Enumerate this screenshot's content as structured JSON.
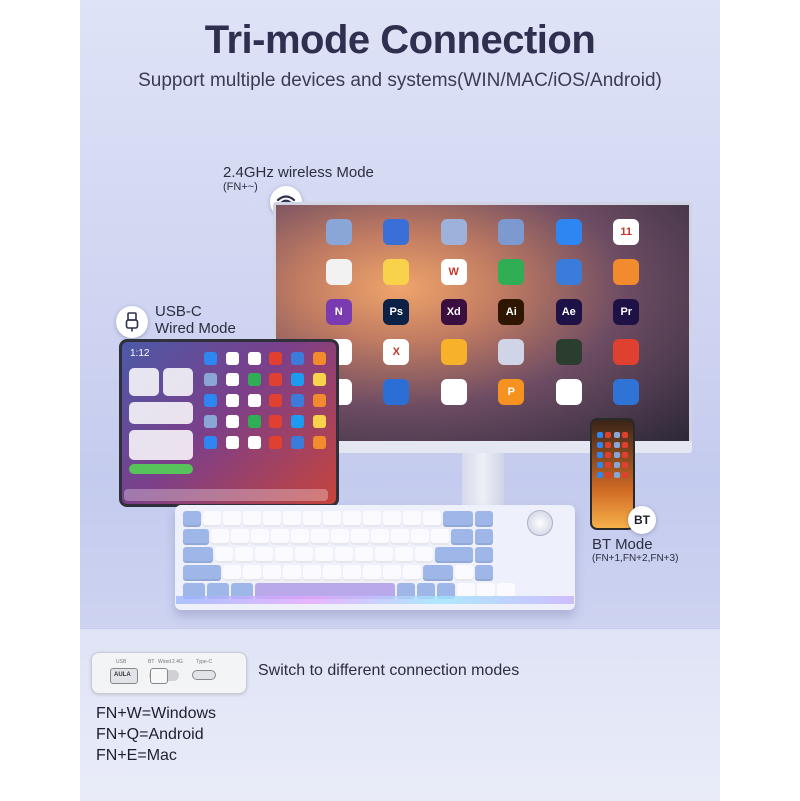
{
  "header": {
    "title": "Tri-mode Connection",
    "subtitle": "Support multiple devices and systems(WIN/MAC/iOS/Android)"
  },
  "modes": {
    "wireless": {
      "label": "2.4GHz wireless Mode",
      "shortcut": "(FN+~)",
      "icon": "wifi-icon"
    },
    "wired": {
      "label_line1": "USB-C",
      "label_line2": "Wired Mode",
      "icon": "usb-icon"
    },
    "bluetooth": {
      "label": "BT Mode",
      "shortcut": "(FN+1,FN+2,FN+3)",
      "badge": "BT"
    }
  },
  "tablet": {
    "time": "1:12"
  },
  "monitor_apps": [
    {
      "name": "folder",
      "color": "#8aa6d6",
      "text": ""
    },
    {
      "name": "apps",
      "color": "#3a6fd8",
      "text": ""
    },
    {
      "name": "folder2",
      "color": "#9db2db",
      "text": ""
    },
    {
      "name": "folder3",
      "color": "#7d9ad0",
      "text": ""
    },
    {
      "name": "app-store",
      "color": "#2d86f2",
      "text": ""
    },
    {
      "name": "calendar",
      "color": "#ffffff",
      "text": "11"
    },
    {
      "name": "reminders",
      "color": "#f2f2f2",
      "text": ""
    },
    {
      "name": "notes",
      "color": "#f7d24a",
      "text": ""
    },
    {
      "name": "wps",
      "color": "#ffffff",
      "text": "W"
    },
    {
      "name": "numbers",
      "color": "#2fae55",
      "text": ""
    },
    {
      "name": "keynote",
      "color": "#3b7bd9",
      "text": ""
    },
    {
      "name": "pages",
      "color": "#f28a2e",
      "text": ""
    },
    {
      "name": "onenote",
      "color": "#7b3bb0",
      "text": "N"
    },
    {
      "name": "photoshop",
      "color": "#0b2145",
      "text": "Ps"
    },
    {
      "name": "xd",
      "color": "#3a0e3f",
      "text": "Xd"
    },
    {
      "name": "illustrator",
      "color": "#2e1600",
      "text": "Ai"
    },
    {
      "name": "after-effects",
      "color": "#1d1145",
      "text": "Ae"
    },
    {
      "name": "premiere",
      "color": "#1d1145",
      "text": "Pr"
    },
    {
      "name": "mindnode",
      "color": "#ffffff",
      "text": ""
    },
    {
      "name": "xmind",
      "color": "#ffffff",
      "text": "X"
    },
    {
      "name": "sketch",
      "color": "#f7b12b",
      "text": ""
    },
    {
      "name": "cinema4d",
      "color": "#cfd4e6",
      "text": ""
    },
    {
      "name": "omni",
      "color": "#2b3d2f",
      "text": ""
    },
    {
      "name": "pdf",
      "color": "#e0402f",
      "text": ""
    },
    {
      "name": "safari",
      "color": "#ffffff",
      "text": ""
    },
    {
      "name": "origami",
      "color": "#2b6fd6",
      "text": ""
    },
    {
      "name": "tencent",
      "color": "#ffffff",
      "text": ""
    },
    {
      "name": "paste",
      "color": "#f59220",
      "text": "P"
    },
    {
      "name": "app2",
      "color": "#ffffff",
      "text": ""
    },
    {
      "name": "tile",
      "color": "#2f73d6",
      "text": ""
    }
  ],
  "switch": {
    "labels": {
      "usb": "USB",
      "bt": "BT",
      "wired": "Wired",
      "g24": "2.4G",
      "typec": "Type-C"
    },
    "brand": "AULA",
    "description": "Switch to different connection modes"
  },
  "shortcuts": [
    "FN+W=Windows",
    "FN+Q=Android",
    "FN+E=Mac"
  ]
}
